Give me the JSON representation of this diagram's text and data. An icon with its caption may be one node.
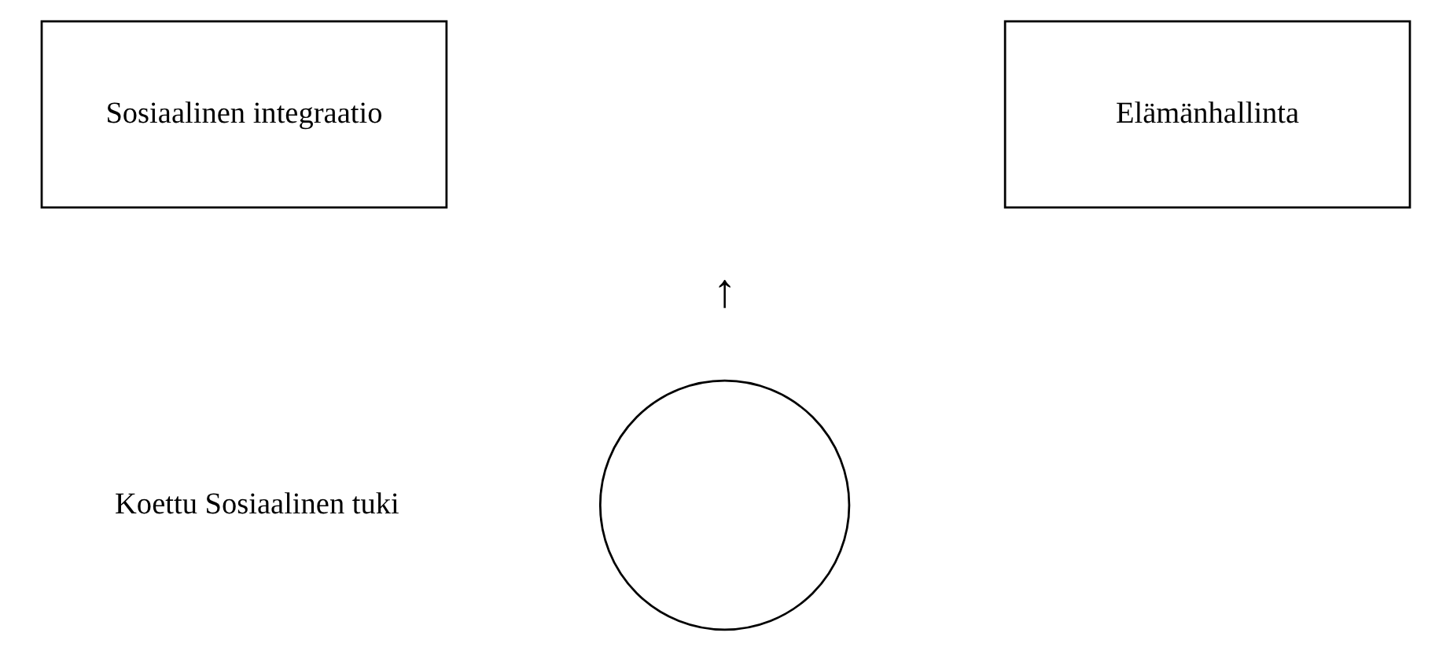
{
  "diagram": {
    "nodes": [
      {
        "text": [
          "Sosiaalinen integraatio"
        ]
      },
      {
        "text": [
          "Elämänhallinta"
        ]
      },
      {
        "text": [],
        "shape": "circle"
      }
    ],
    "labels": [
      "↑",
      "Koettu Sosiaalinen tuki"
    ]
  }
}
